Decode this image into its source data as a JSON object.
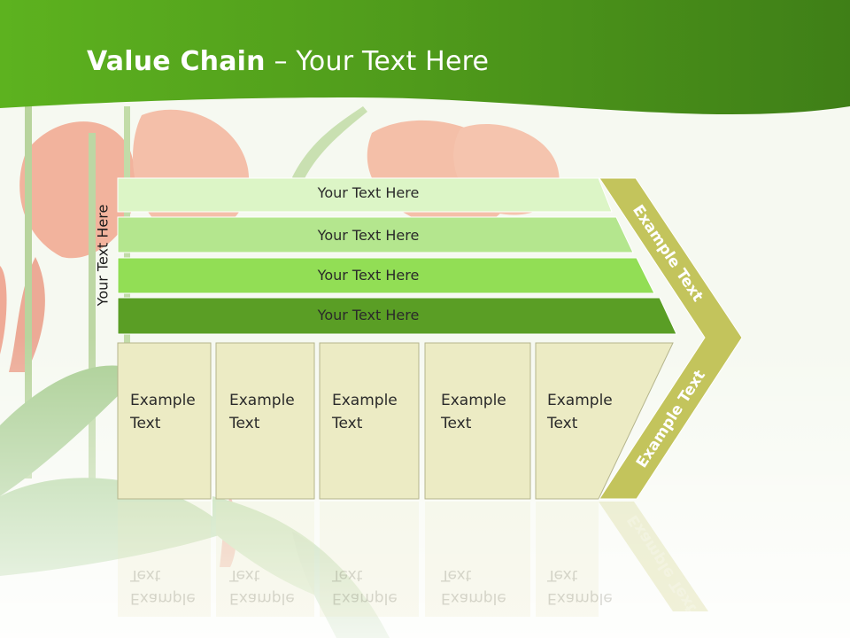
{
  "title": {
    "bold": "Value Chain",
    "rest": " – Your Text Here"
  },
  "side_label": "Your Text Here",
  "bars": [
    {
      "label": "Your Text Here",
      "color": "#dcf5c6"
    },
    {
      "label": "Your Text Here",
      "color": "#b4e68e"
    },
    {
      "label": "Your Text Here",
      "color": "#92de55"
    },
    {
      "label": "Your Text Here",
      "color": "#5a9e25"
    }
  ],
  "boxes": [
    {
      "line1": "Example",
      "line2": "Text"
    },
    {
      "line1": "Example",
      "line2": "Text"
    },
    {
      "line1": "Example",
      "line2": "Text"
    },
    {
      "line1": "Example",
      "line2": "Text"
    },
    {
      "line1": "Example",
      "line2": "Text"
    }
  ],
  "arrow": {
    "upper_label": "Example Text",
    "lower_label": "Example Text",
    "color": "#c3c45c"
  },
  "colors": {
    "header_green": "#4e9a1a",
    "box_fill": "#ecebc4",
    "box_stroke": "#b5b58c"
  }
}
